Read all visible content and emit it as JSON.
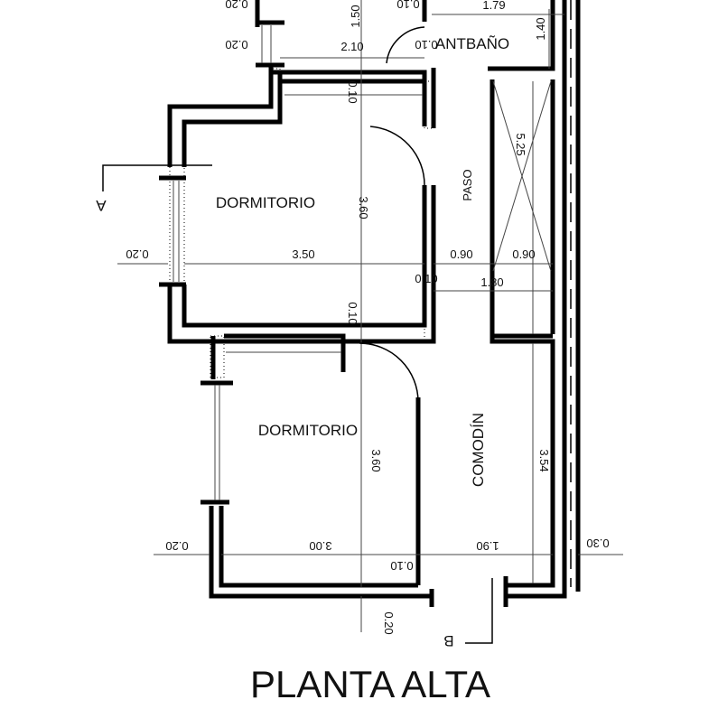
{
  "title": "PLANTA ALTA",
  "rooms": {
    "antbano": "ANTBAÑO",
    "paso": "PASO",
    "dormitorio_1": "DORMITORIO",
    "dormitorio_2": "DORMITORIO",
    "comodin": "COMODÍN"
  },
  "section_marks": {
    "a": "A",
    "b": "B"
  },
  "dimensions": {
    "d_top_020": "0.20",
    "d_150": "1.50",
    "d_top_010": "0.10",
    "d_179": "1.79",
    "d_140": "1.40",
    "d_020_b": "0.20",
    "d_210": "2.10",
    "d_010_b": "0.10",
    "d_010_c": "0.10",
    "d_525": "5.25",
    "d_360_a": "3.60",
    "d_020_c": "0.20",
    "d_350": "3.50",
    "d_090_a": "0.90",
    "d_090_b": "0.90",
    "d_010_d": "0.10",
    "d_180": "1.80",
    "d_010_e": "0.10",
    "d_360_b": "3.60",
    "d_354": "3.54",
    "d_020_d": "0.20",
    "d_300": "3.00",
    "d_190": "1.90",
    "d_030": "0.30",
    "d_010_f": "0.10",
    "d_020_e": "0.20"
  }
}
